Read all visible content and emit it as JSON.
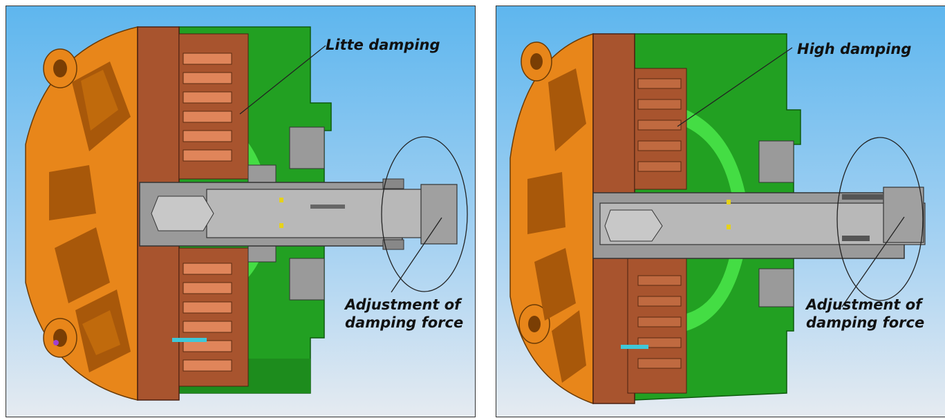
{
  "figure": {
    "left_panel": {
      "damping_label": "Litte damping",
      "adjustment_label_line1": "Adjustment of",
      "adjustment_label_line2": "damping force"
    },
    "right_panel": {
      "damping_label": "High damping",
      "adjustment_label_line1": "Adjustment of",
      "adjustment_label_line2": "damping force"
    }
  },
  "colors": {
    "background_top": "#6bbcf0",
    "background_bottom": "#e4eaf0",
    "housing_orange": "#e8861a",
    "housing_shade": "#b8620a",
    "rotor_brown": "#a8542e",
    "fin_copper": "#d97a4e",
    "stator_green": "#2aa32a",
    "stator_light": "#44dd44",
    "shaft_gray": "#9a9a9a",
    "shaft_light": "#c4c4c4",
    "marker_yellow": "#e6d21a",
    "accent_cyan": "#3fc8d8",
    "accent_purple": "#a040d0"
  }
}
